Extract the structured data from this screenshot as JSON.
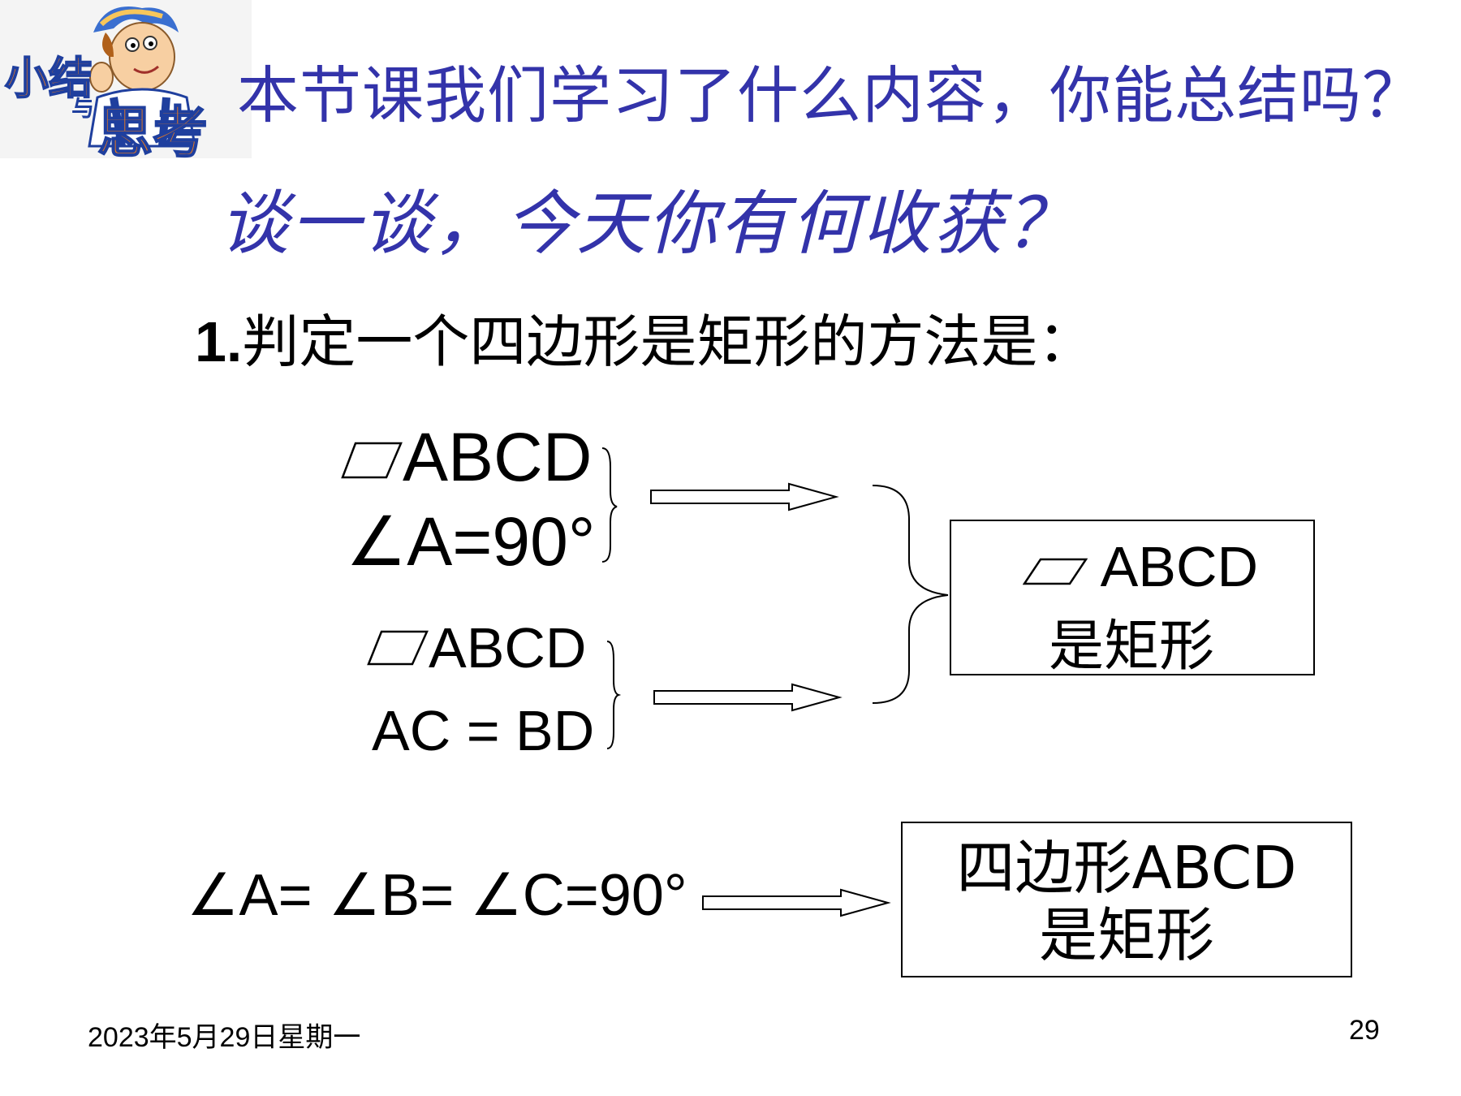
{
  "logo": {
    "line1": "小结",
    "mid": "与",
    "line2": "思考"
  },
  "title": {
    "line1": "本节课我们学习了什么内容，你能总结吗？",
    "line2": "谈一谈，今天你有何收获？"
  },
  "section": {
    "number": "1.",
    "text": "判定一个四边形是矩形的方法是："
  },
  "condition_group_1": {
    "line1": "ABCD",
    "line2": "∠A=90°"
  },
  "condition_group_2": {
    "line1": "ABCD",
    "line2": "AC = BD"
  },
  "result_1": {
    "line1": "ABCD",
    "line2": "是矩形"
  },
  "condition_3": {
    "text": "∠A= ∠B= ∠C=90°"
  },
  "result_2": {
    "line1": "四边形ABCD",
    "line2": "是矩形"
  },
  "footer": {
    "date": "2023年5月29日星期一",
    "page": "29"
  },
  "colors": {
    "title": "#3333aa",
    "logo_orange": "#f07c1a",
    "logo_blue": "#1f3f9e",
    "text": "#000000"
  },
  "icons": [
    "parallelogram-icon",
    "cartoon-boy-icon"
  ]
}
